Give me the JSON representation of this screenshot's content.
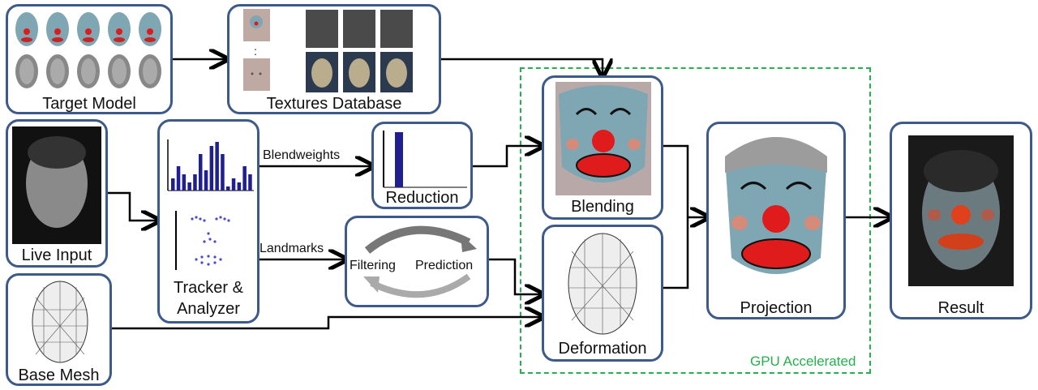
{
  "labels": {
    "target_model": "Target Model",
    "textures_database": "Textures Database",
    "live_input": "Live Input",
    "base_mesh": "Base Mesh",
    "tracker_analyzer_line1": "Tracker &",
    "tracker_analyzer_line2": "Analyzer",
    "reduction": "Reduction",
    "filtering": "Filtering",
    "prediction": "Prediction",
    "blending": "Blending",
    "deformation": "Deformation",
    "projection": "Projection",
    "result": "Result",
    "gpu_accelerated": "GPU Accelerated",
    "textures_ellipsis": ":"
  },
  "edge_labels": {
    "blendweights": "Blendweights",
    "landmarks": "Landmarks"
  },
  "colors": {
    "box_border": "#3d5a8a",
    "gpu_dashed": "#22b14c",
    "clown_base": "#7fa6b3",
    "clown_nose": "#e01b1b",
    "bar": "#1f1f8f",
    "landmark_dots": "#4a4acf"
  },
  "chart_data": {
    "type": "bar",
    "values": [
      3,
      6,
      4,
      2,
      4,
      9,
      5,
      11,
      12,
      9,
      1,
      3,
      2,
      6,
      4
    ],
    "reduction_values": [
      10
    ]
  }
}
